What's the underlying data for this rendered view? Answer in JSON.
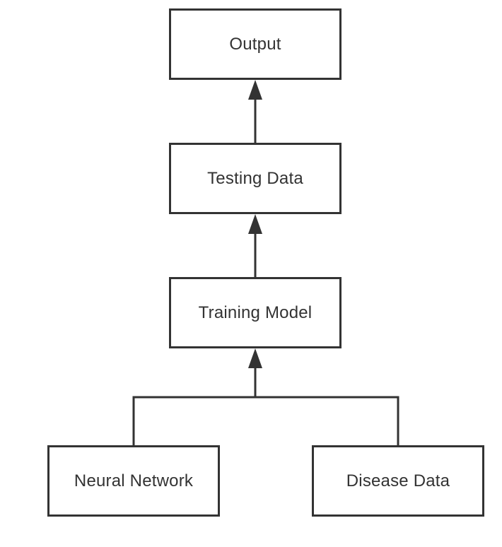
{
  "diagram": {
    "nodes": {
      "output": "Output",
      "testing_data": "Testing Data",
      "training_model": "Training Model",
      "neural_network": "Neural Network",
      "disease_data": "Disease Data"
    },
    "edges": [
      {
        "from": "testing_data",
        "to": "output"
      },
      {
        "from": "training_model",
        "to": "testing_data"
      },
      {
        "from": "neural_network",
        "to": "training_model"
      },
      {
        "from": "disease_data",
        "to": "training_model"
      }
    ],
    "colors": {
      "stroke": "#333333",
      "text": "#333333",
      "background": "#ffffff"
    }
  }
}
